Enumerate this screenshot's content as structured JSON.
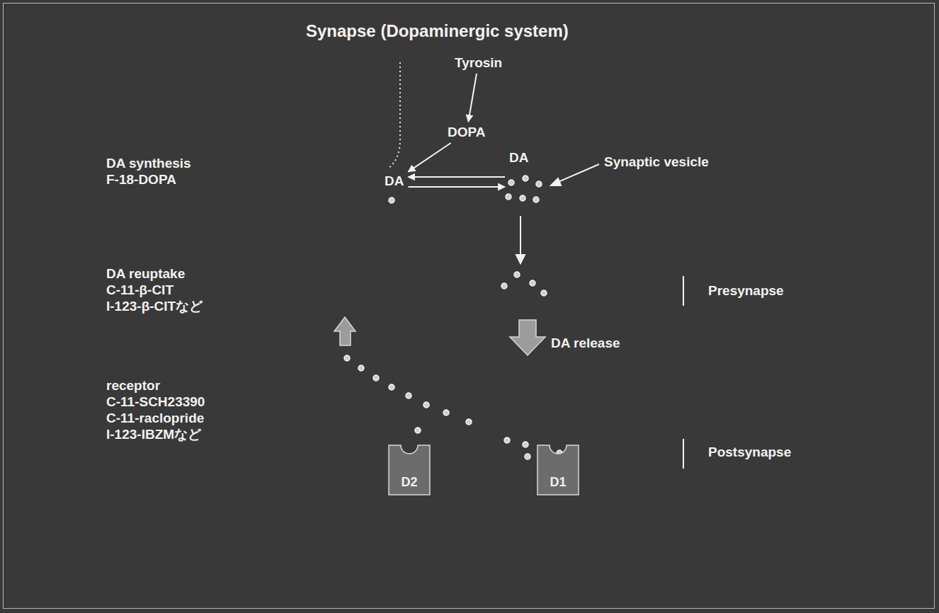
{
  "diagram": {
    "title": "Synapse (Dopaminergic system)",
    "nodes": [
      {
        "text": [
          "Tyrosin"
        ]
      },
      {
        "text": [
          "DOPA"
        ]
      },
      {
        "text": [
          "DA"
        ]
      },
      {
        "text": [
          "DA"
        ]
      },
      {
        "text": [
          "D2"
        ]
      },
      {
        "text": [
          "D1"
        ]
      }
    ],
    "edges": [
      {
        "from": 0,
        "to": 1,
        "arrow": "to"
      },
      {
        "from": 1,
        "to": 2,
        "arrow": "to"
      },
      {
        "from": 3,
        "to": 2,
        "arrow": "to"
      },
      {
        "from": 2,
        "to": 3,
        "arrow": "to"
      }
    ],
    "labels": [
      "DA synthesis",
      "F-18-DOPA",
      "DA reuptake",
      "C-11-β-CIT",
      "I-123-β-CITなど",
      "receptor",
      "C-11-SCH23390",
      "C-11-raclopride",
      "I-123-IBZMなど",
      "Synaptic vesicle",
      "DA release",
      "Presynapse",
      "Postsynapse"
    ]
  }
}
